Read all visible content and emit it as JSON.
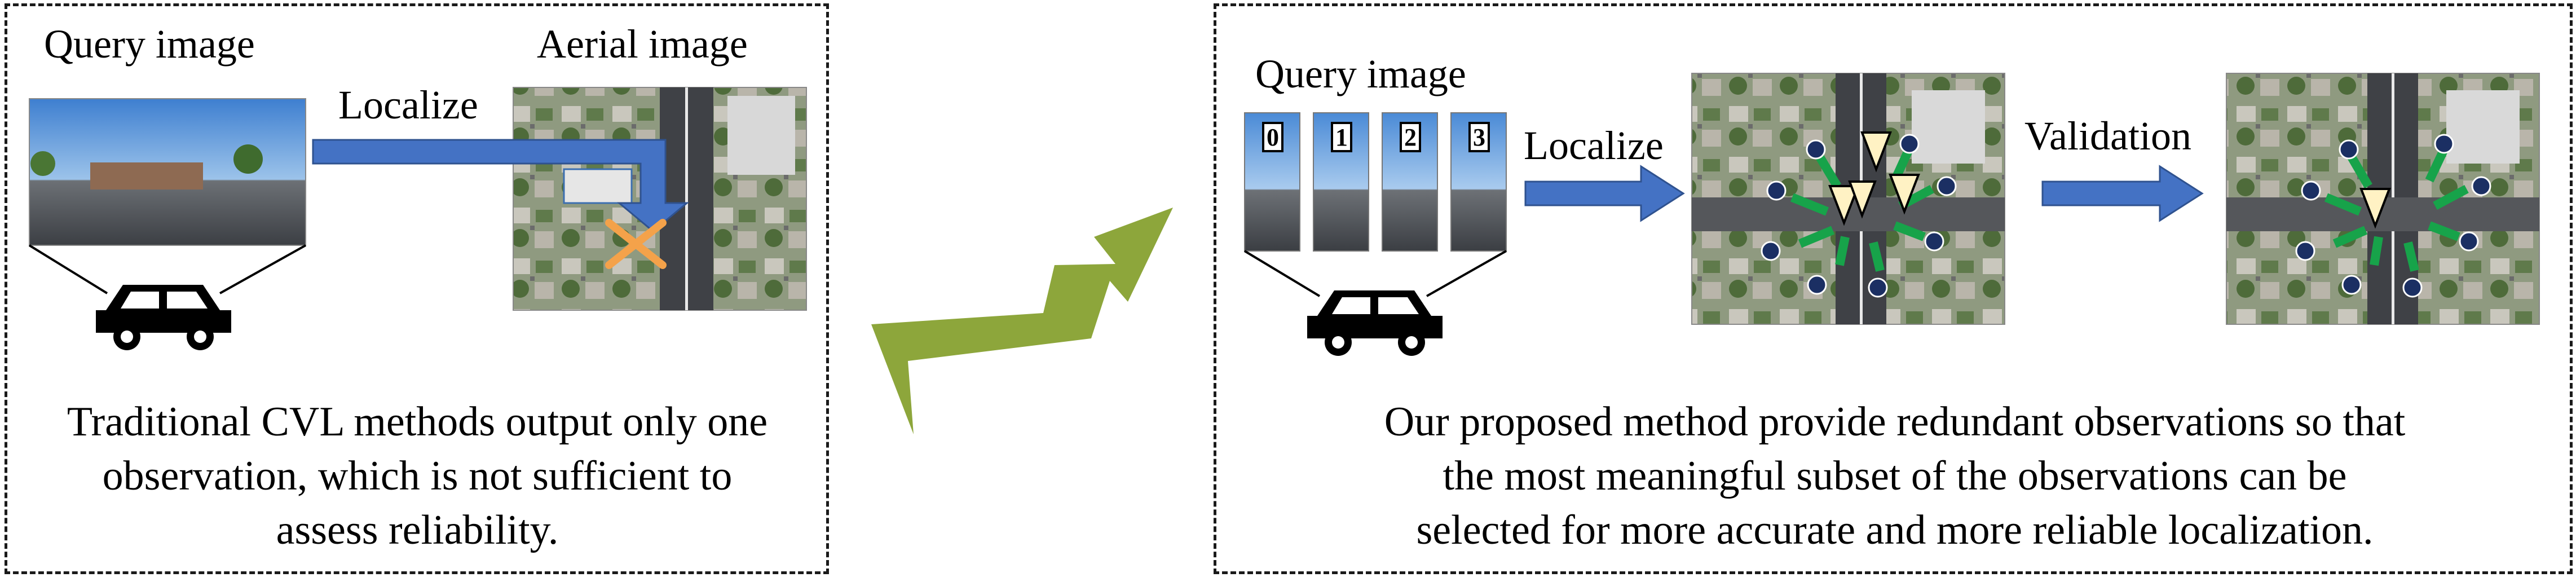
{
  "left": {
    "query_label": "Query image",
    "aerial_label": "Aerial image",
    "localize_label": "Localize",
    "caption_lines": [
      "Traditional CVL methods output only one",
      "observation, which is not sufficient to",
      "assess reliability."
    ]
  },
  "right": {
    "query_label": "Query image",
    "localize_label": "Localize",
    "validation_label": "Validation",
    "crop_numbers": [
      "0",
      "1",
      "2",
      "3"
    ],
    "caption_lines": [
      "Our proposed method provide redundant observations so that",
      "the most meaningful subset of the observations can be",
      "selected for more accurate and more reliable localization."
    ]
  },
  "colors": {
    "arrow_blue": "#4472c4",
    "arrow_border": "#2f528f",
    "transition_green": "#8da63b",
    "cross_orange": "#f4a24a",
    "obs_green": "#17a34a",
    "node_navy": "#1b2f63",
    "triangle_fill": "#fff2c4"
  },
  "icons": [
    "car-icon",
    "orange-cross-icon",
    "triangle-marker-icon"
  ]
}
